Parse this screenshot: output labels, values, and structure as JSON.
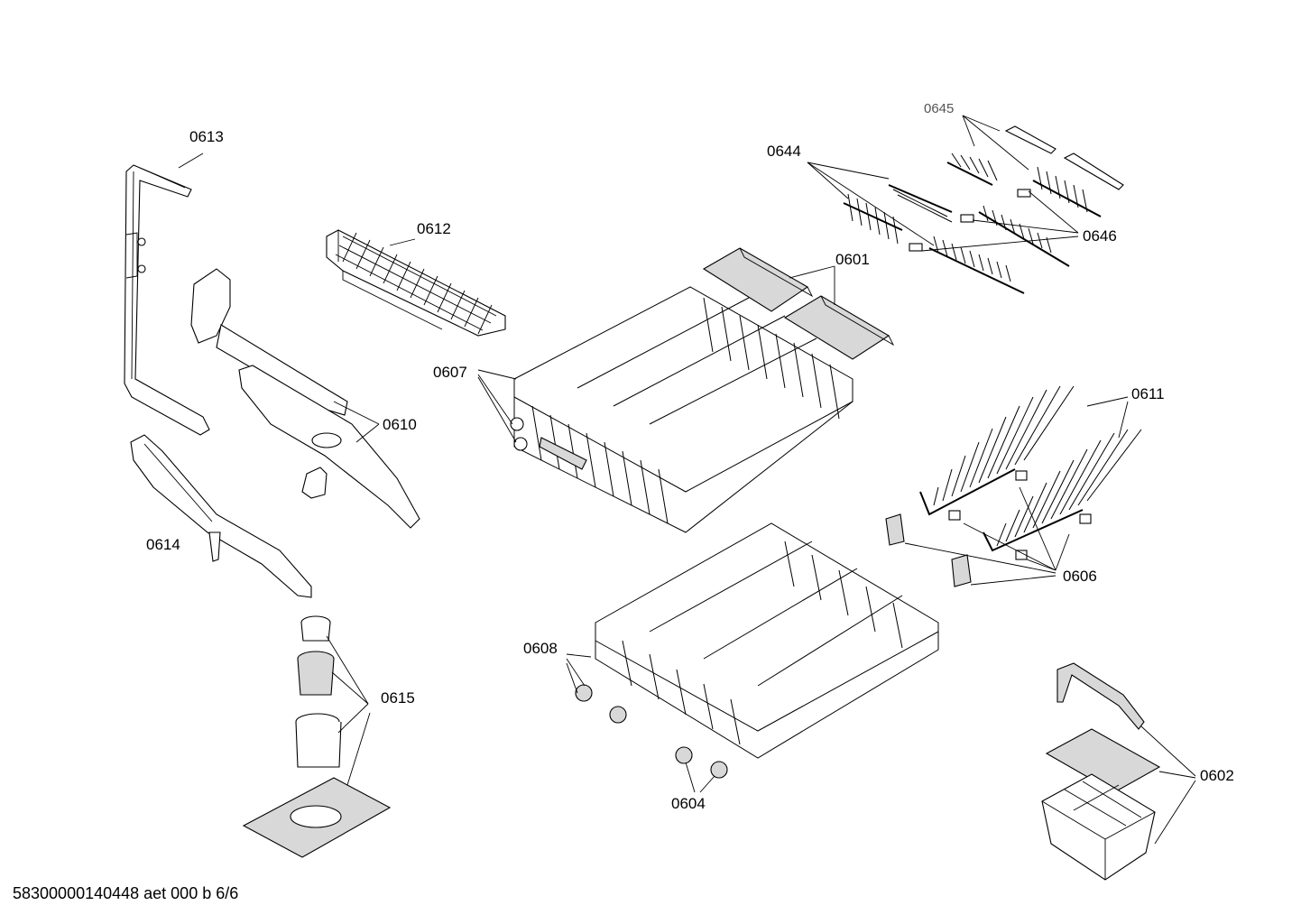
{
  "labels": {
    "p0601": "0601",
    "p0602": "0602",
    "p0604": "0604",
    "p0606": "0606",
    "p0607": "0607",
    "p0608": "0608",
    "p0610": "0610",
    "p0611": "0611",
    "p0612": "0612",
    "p0613": "0613",
    "p0614": "0614",
    "p0615": "0615",
    "p0644": "0644",
    "p0645": "0645",
    "p0646": "0646"
  },
  "footer": "58300000140448 aet 000 b 6/6"
}
